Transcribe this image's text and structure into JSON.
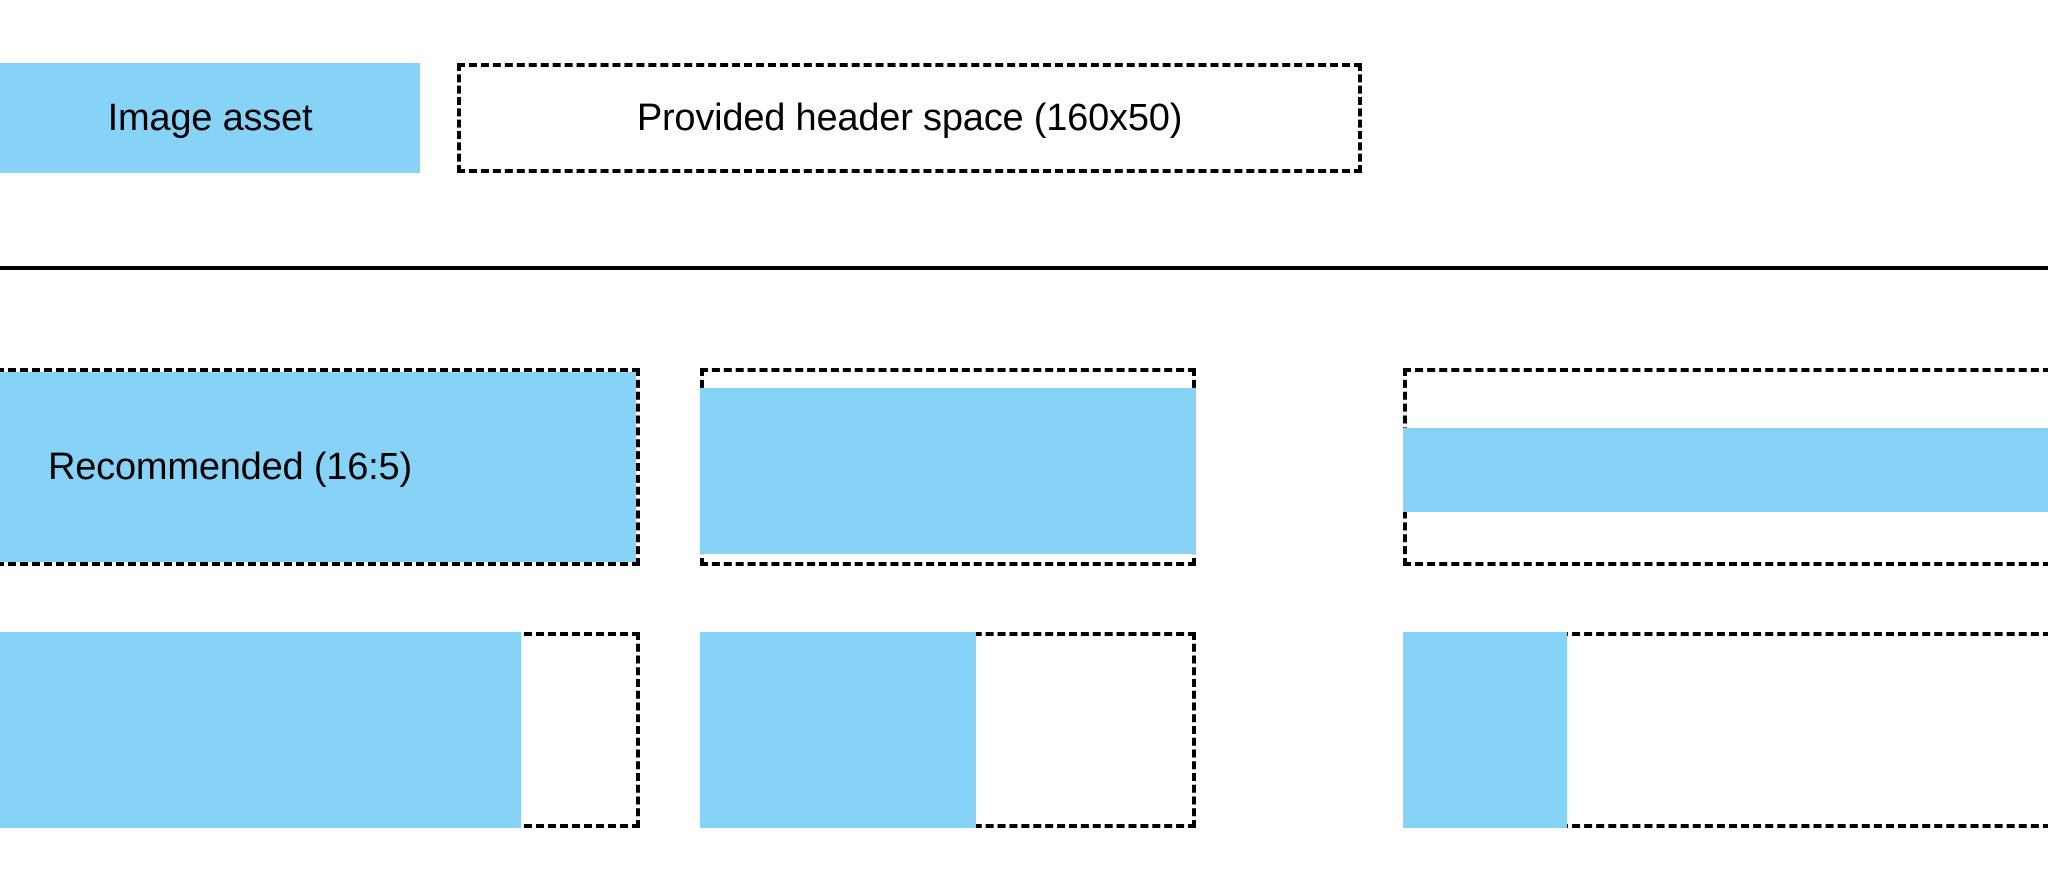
{
  "palette": {
    "image_fill": "#87d3f8",
    "stroke": "#000000",
    "background": "#ffffff"
  },
  "legend": {
    "image_asset_label": "Image asset",
    "header_space_label": "Provided header space (160x50)"
  },
  "examples": {
    "recommended_label": "Recommended (16:5)",
    "row1": [
      {
        "name": "full-bleed-16-5",
        "fill_mode": "full"
      },
      {
        "name": "letterboxed-wide",
        "fill_mode": "vertical-inset"
      },
      {
        "name": "letterboxed-thin",
        "fill_mode": "thin-band"
      }
    ],
    "row2": [
      {
        "name": "pillarboxed-81",
        "fill_mode": "left-81"
      },
      {
        "name": "pillarboxed-55",
        "fill_mode": "left-55"
      },
      {
        "name": "pillarboxed-25",
        "fill_mode": "left-25"
      }
    ]
  }
}
